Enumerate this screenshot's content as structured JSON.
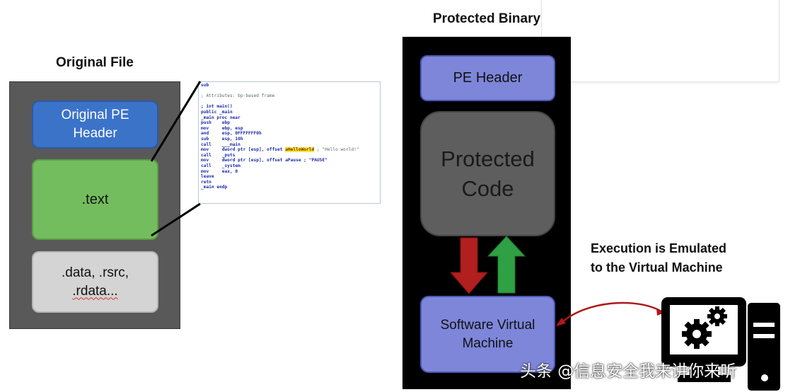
{
  "original_file": {
    "title": "Original File",
    "pe_header": [
      "Original PE",
      "Header"
    ],
    "text_section": ".text",
    "data_sections": [
      ".data, .rsrc,",
      ".rdata..."
    ]
  },
  "disassembly": {
    "lines": [
      {
        "text": "sub"
      },
      {
        "text": ""
      },
      {
        "text": "; Attributes: bp-based frame",
        "kind": "comment"
      },
      {
        "text": ""
      },
      {
        "text": "; int main()"
      },
      {
        "text": "public _main"
      },
      {
        "text": "_main proc near"
      },
      {
        "text": "push    ebp"
      },
      {
        "text": "mov     ebp, esp"
      },
      {
        "text": "and     esp, 0FFFFFFF0h"
      },
      {
        "text": "sub     esp, 10h"
      },
      {
        "text": "call    ___main"
      },
      {
        "text": "mov     dword ptr [esp], offset ",
        "hl": "aHelloWorld",
        "tail": " ; \"Hello world!\""
      },
      {
        "text": "call    _puts"
      },
      {
        "text": "mov     dword ptr [esp], offset aPause ; \"PAUSE\""
      },
      {
        "text": "call    _system"
      },
      {
        "text": "mov     eax, 0"
      },
      {
        "text": "leave"
      },
      {
        "text": "retn"
      },
      {
        "text": "_main endp"
      }
    ]
  },
  "protected_binary": {
    "title": "Protected Binary",
    "pe_header": "PE Header",
    "protected_code": [
      "Protected",
      "Code"
    ],
    "software_vm": [
      "Software Virtual",
      "Machine"
    ]
  },
  "execution_label": [
    "Execution is Emulated",
    "to the Virtual Machine"
  ],
  "watermark": "头条 @信息安全我来讲你来听",
  "icons": {
    "computer": "computer-gears-icon",
    "arrow_down": "red-down-arrow-icon",
    "arrow_up": "green-up-arrow-icon"
  },
  "colors": {
    "pe_header_original": "#3b73c9",
    "text_section": "#74bd5e",
    "data_section": "#d4d4d4",
    "binary_background": "#000000",
    "binary_boxes": "#7d86d9",
    "protected_code": "#5e5e5e",
    "arrow_down": "#b11f1f",
    "arrow_up": "#2fa043",
    "curved_arrow": "#b01818"
  }
}
